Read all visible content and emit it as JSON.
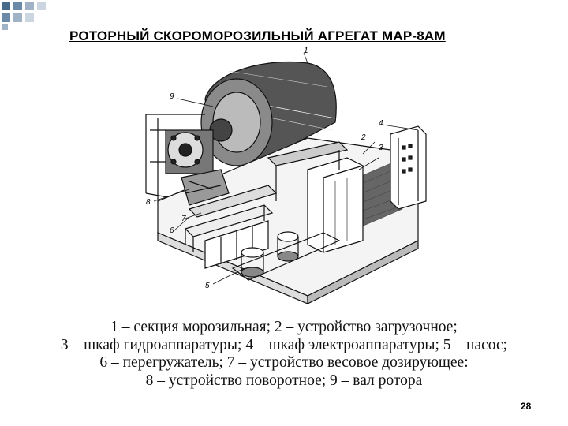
{
  "title": "РОТОРНЫЙ СКОРОМОРОЗИЛЬНЫЙ АГРЕГАТ МАР-8АМ",
  "callouts": [
    "1",
    "2",
    "3",
    "4",
    "5",
    "6",
    "7",
    "8",
    "9"
  ],
  "legend": [
    "1 – секция морозильная; 2 – устройство загрузочное;",
    "3 – шкаф гидроаппаратуры; 4 – шкаф электроаппаратуры; 5 – насос;",
    "6 – перегружатель; 7 – устройство весовое дозирующее:",
    "8 – устройство поворотное; 9 – вал ротора"
  ],
  "page_number": "28",
  "colors": {
    "accent": "#4a6a8a",
    "ink": "#000000"
  }
}
